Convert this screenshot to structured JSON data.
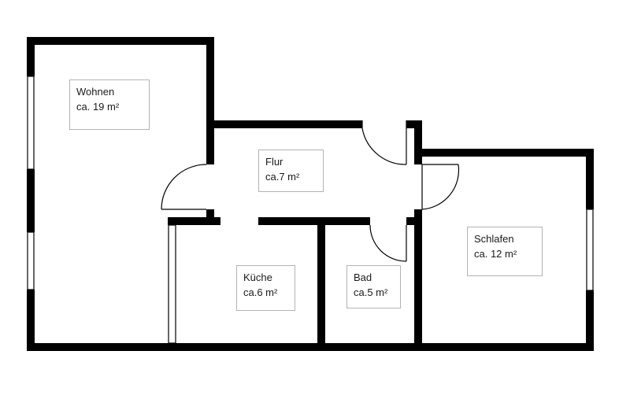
{
  "rooms": {
    "wohnen": {
      "name": "Wohnen",
      "area": "ca. 19 m²"
    },
    "flur": {
      "name": "Flur",
      "area": "ca.7 m²"
    },
    "kueche": {
      "name": "Küche",
      "area": "ca.6 m²"
    },
    "bad": {
      "name": "Bad",
      "area": "ca.5 m²"
    },
    "schlafen": {
      "name": "Schlafen",
      "area": "ca. 12 m²"
    }
  },
  "colors": {
    "wall": "#000000",
    "label_border": "#b3b3b3",
    "background": "#ffffff"
  }
}
